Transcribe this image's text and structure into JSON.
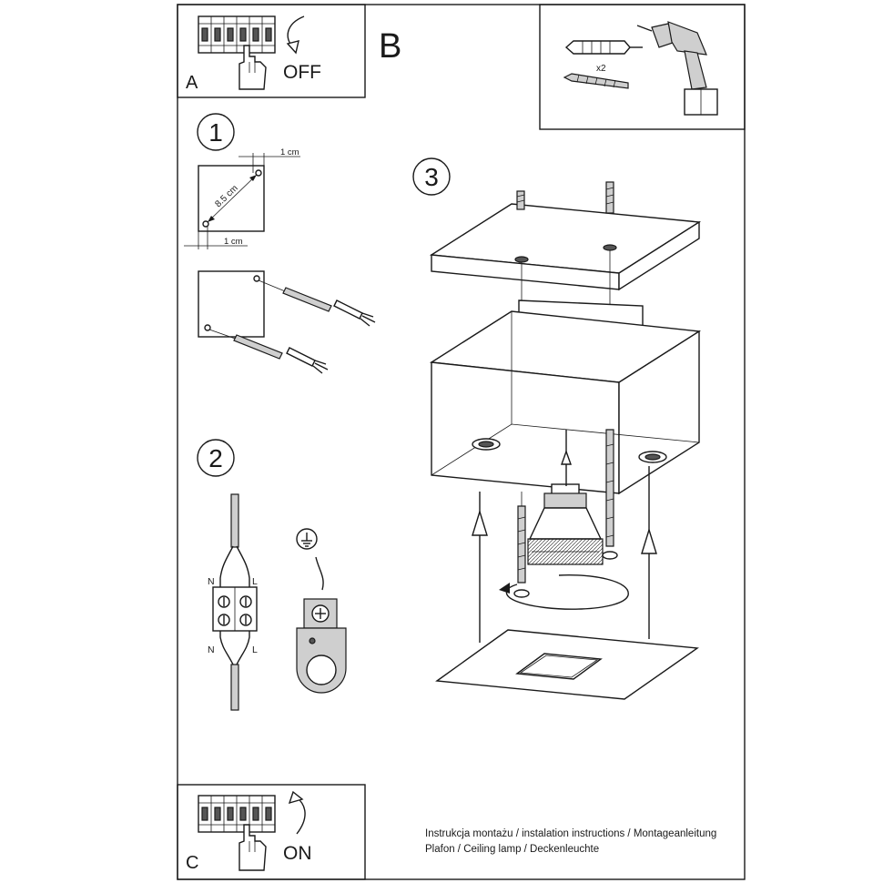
{
  "panels": {
    "a": {
      "letter": "A",
      "label": "OFF"
    },
    "b": {
      "letter": "B",
      "quantity": "x2"
    },
    "c": {
      "letter": "C",
      "label": "ON"
    }
  },
  "steps": {
    "one": {
      "number": "1",
      "dim_top": "1 cm",
      "dim_diag": "8.5 cm",
      "dim_bottom": "1 cm"
    },
    "two": {
      "number": "2",
      "n_top": "N",
      "l_top": "L",
      "n_bottom": "N",
      "l_bottom": "L"
    },
    "three": {
      "number": "3"
    }
  },
  "caption": {
    "line1": "Instrukcja montażu / instalation instructions / Montageanleitung",
    "line2": "Plafon / Ceiling lamp / Deckenleuchte"
  },
  "icons": [
    "circuit-breaker-icon",
    "hand-icon",
    "curved-arrow-icon",
    "drill-icon",
    "wall-plug-icon",
    "screw-icon",
    "ground-symbol-icon",
    "gu10-bulb-icon"
  ]
}
